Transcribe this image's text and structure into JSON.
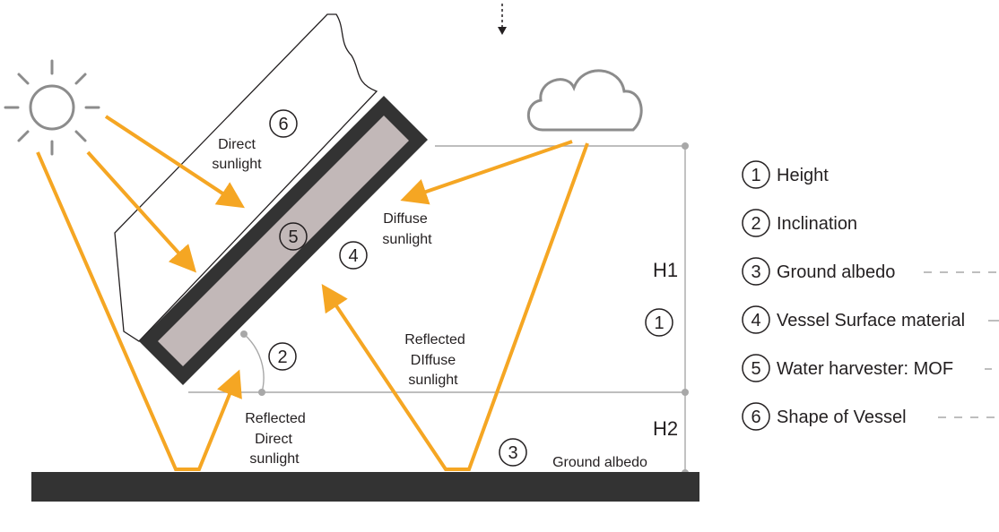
{
  "colors": {
    "ray": "#f5a623",
    "vessel_frame": "#333333",
    "harvester_fill": "#c2b8b8",
    "ground": "#333333",
    "sun": "#8c8c8c",
    "cloud": "#8c8c8c",
    "guide": "#a8a8a8",
    "text": "#231f20"
  },
  "icons": [
    "sun-icon",
    "cloud-icon",
    "down-arrow-icon"
  ],
  "diagram": {
    "direct_line1": "Direct",
    "direct_line2": "sunlight",
    "diffuse_line1": "Diffuse",
    "diffuse_line2": "sunlight",
    "refl_diffuse_line1": "Reflected",
    "refl_diffuse_line2": "DIffuse",
    "refl_diffuse_line3": "sunlight",
    "refl_direct_line1": "Reflected",
    "refl_direct_line2": "Direct",
    "refl_direct_line3": "sunlight",
    "ground_albedo": "Ground albedo",
    "h1": "H1",
    "h2": "H2",
    "marker_1": "1",
    "marker_2": "2",
    "marker_3": "3",
    "marker_4": "4",
    "marker_5": "5",
    "marker_6": "6"
  },
  "legend": [
    {
      "number": "1",
      "label": "Height"
    },
    {
      "number": "2",
      "label": "Inclination"
    },
    {
      "number": "3",
      "label": "Ground albedo"
    },
    {
      "number": "4",
      "label": "Vessel Surface material"
    },
    {
      "number": "5",
      "label": "Water harvester: MOF"
    },
    {
      "number": "6",
      "label": "Shape of Vessel"
    }
  ]
}
